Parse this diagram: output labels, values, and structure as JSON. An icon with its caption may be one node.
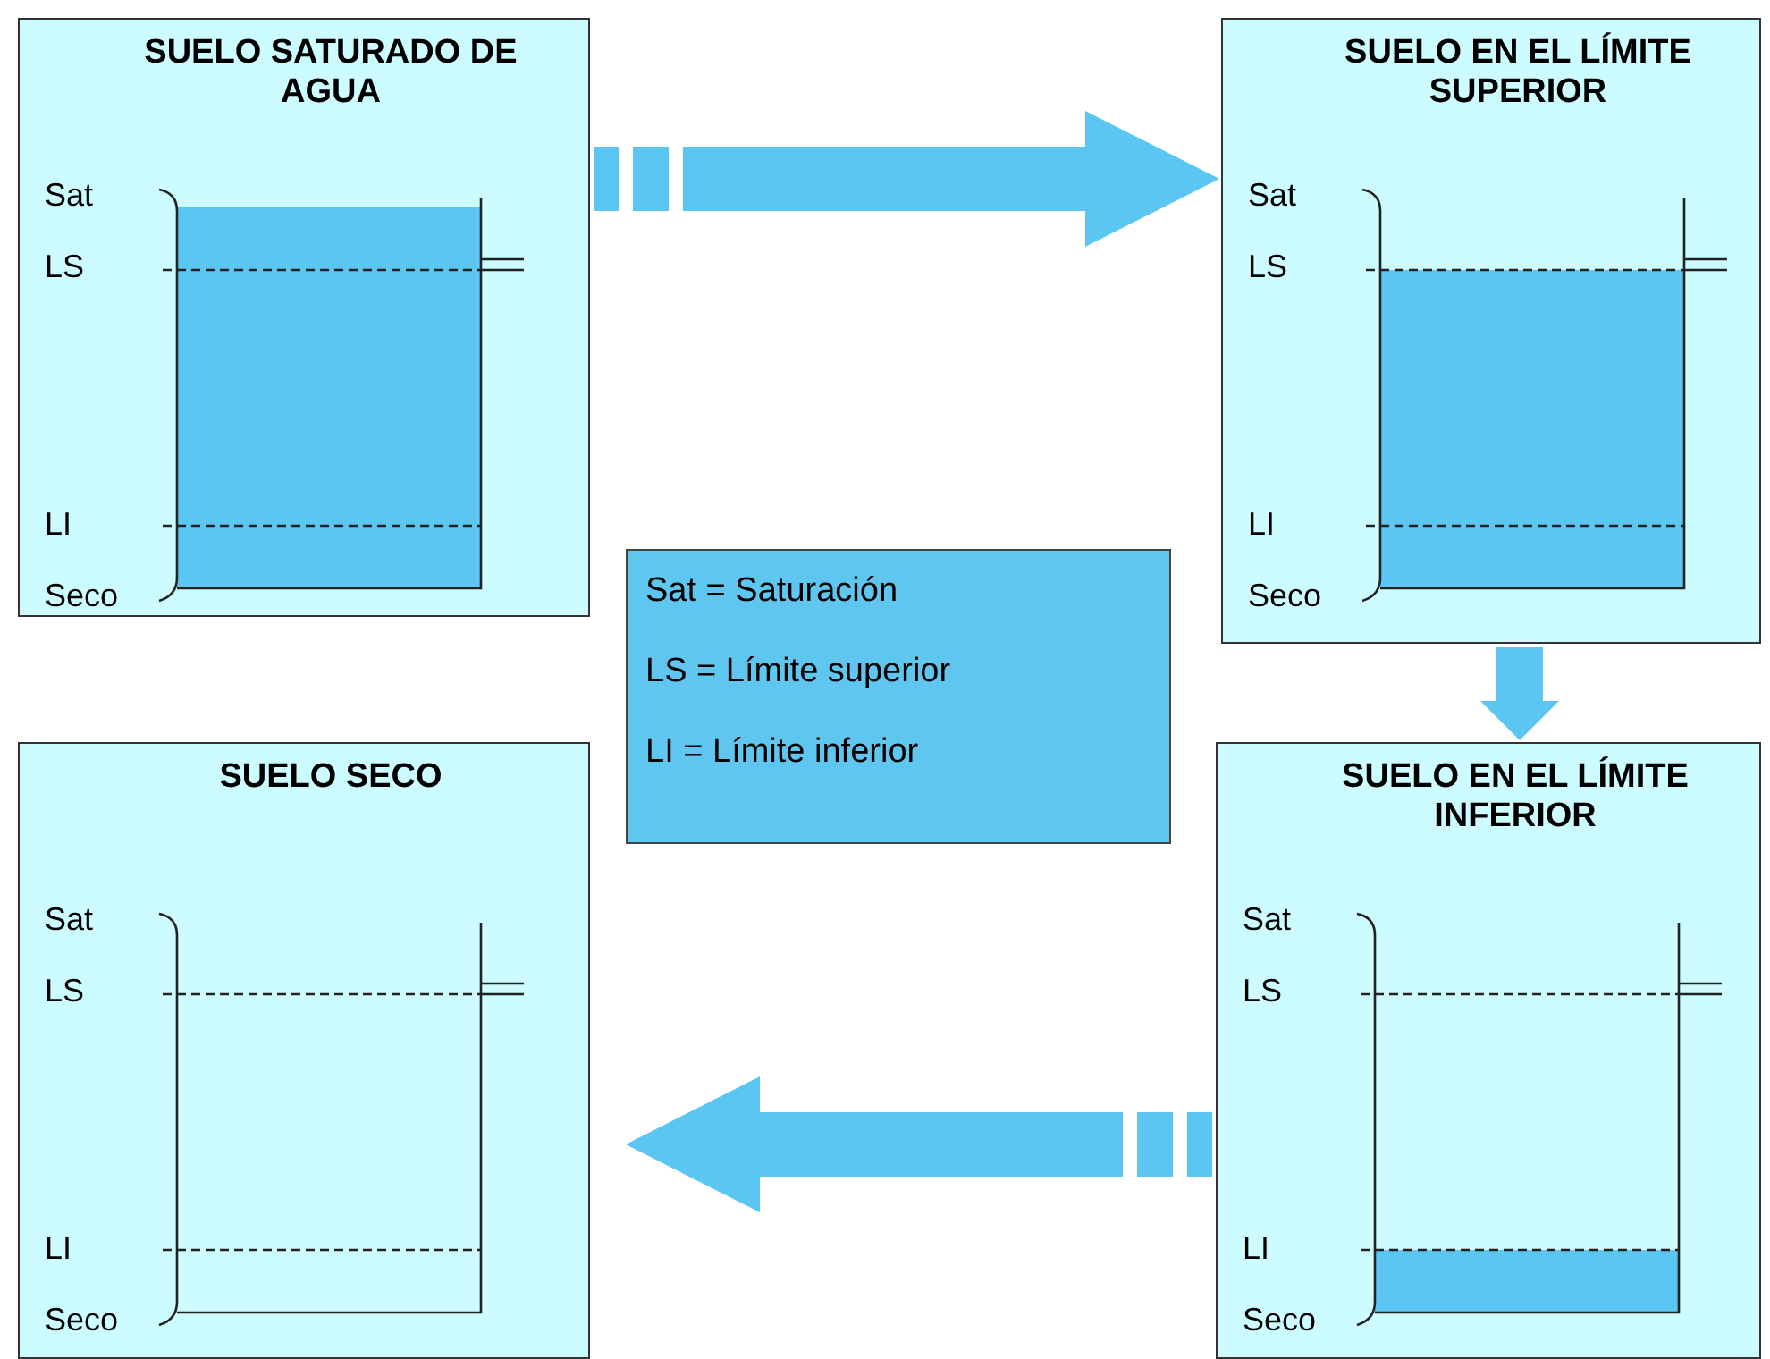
{
  "diagram": {
    "nodes": [
      {
        "text": [
          "SUELO SATURADO DE AGUA",
          "Sat",
          "LS",
          "LI",
          "Seco"
        ]
      },
      {
        "text": [
          "SUELO EN EL LÍMITE SUPERIOR",
          "Sat",
          "LS",
          "LI",
          "Seco"
        ]
      },
      {
        "text": [
          "SUELO EN EL LÍMITE INFERIOR",
          "Sat",
          "LS",
          "LI",
          "Seco"
        ]
      },
      {
        "text": [
          "SUELO SECO",
          "Sat",
          "LS",
          "LI",
          "Seco"
        ]
      },
      {
        "text": [
          "Sat = Saturación",
          "LS = Límite superior",
          "LI = Límite inferior"
        ]
      }
    ],
    "edges": [
      {
        "from": 0,
        "to": 1,
        "arrow": "to"
      },
      {
        "from": 1,
        "to": 2,
        "arrow": "to"
      },
      {
        "from": 2,
        "to": 3,
        "arrow": "to"
      }
    ]
  }
}
